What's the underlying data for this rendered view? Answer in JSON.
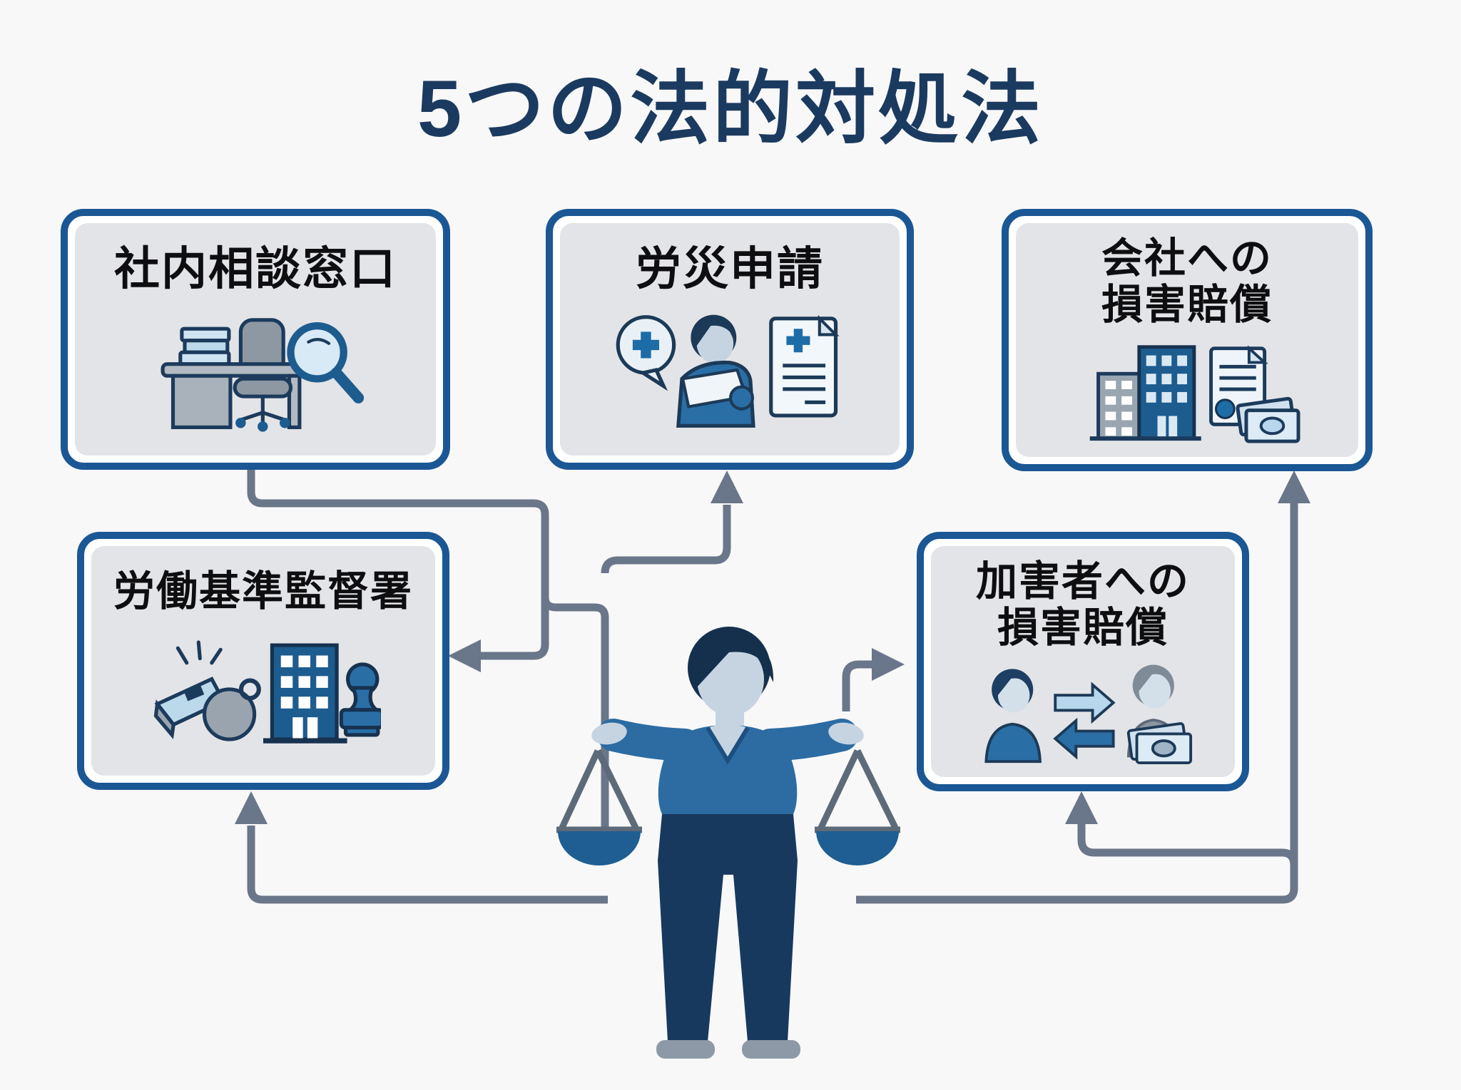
{
  "title": {
    "text": "5つの法的対処法"
  },
  "boxes": [
    {
      "name": "internal-consultation-desk",
      "line1": "社内相談窓口",
      "line2": "",
      "icon": "desk-chair-magnifier-icon"
    },
    {
      "name": "workers-comp-application",
      "line1": "労災申請",
      "line2": "",
      "icon": "injured-worker-document-icon"
    },
    {
      "name": "damages-from-company",
      "line1": "会社への",
      "line2": "損害賠償",
      "icon": "company-buildings-money-icon"
    },
    {
      "name": "labor-standards-office",
      "line1": "労働基準監督署",
      "line2": "",
      "icon": "whistle-building-stamp-icon"
    },
    {
      "name": "damages-from-perpetrator",
      "line1": "加害者への",
      "line2": "損害賠償",
      "icon": "people-exchange-money-icon"
    }
  ],
  "figure": {
    "name": "person-holding-scales"
  },
  "colors": {
    "background": "#f8f8f9",
    "title_text": "#1b3a5f",
    "box_border": "#1a5794",
    "box_fill": "#e3e4e7",
    "label_text": "#0e0e10",
    "connector": "#6a7689",
    "primary_blue": "#1d5c8f",
    "mid_blue": "#2a6ea6",
    "light_blue": "#cfe3f2",
    "dark_navy": "#17395e",
    "skin_gray": "#c6d4e2",
    "neutral_gray": "#97a1ac"
  }
}
